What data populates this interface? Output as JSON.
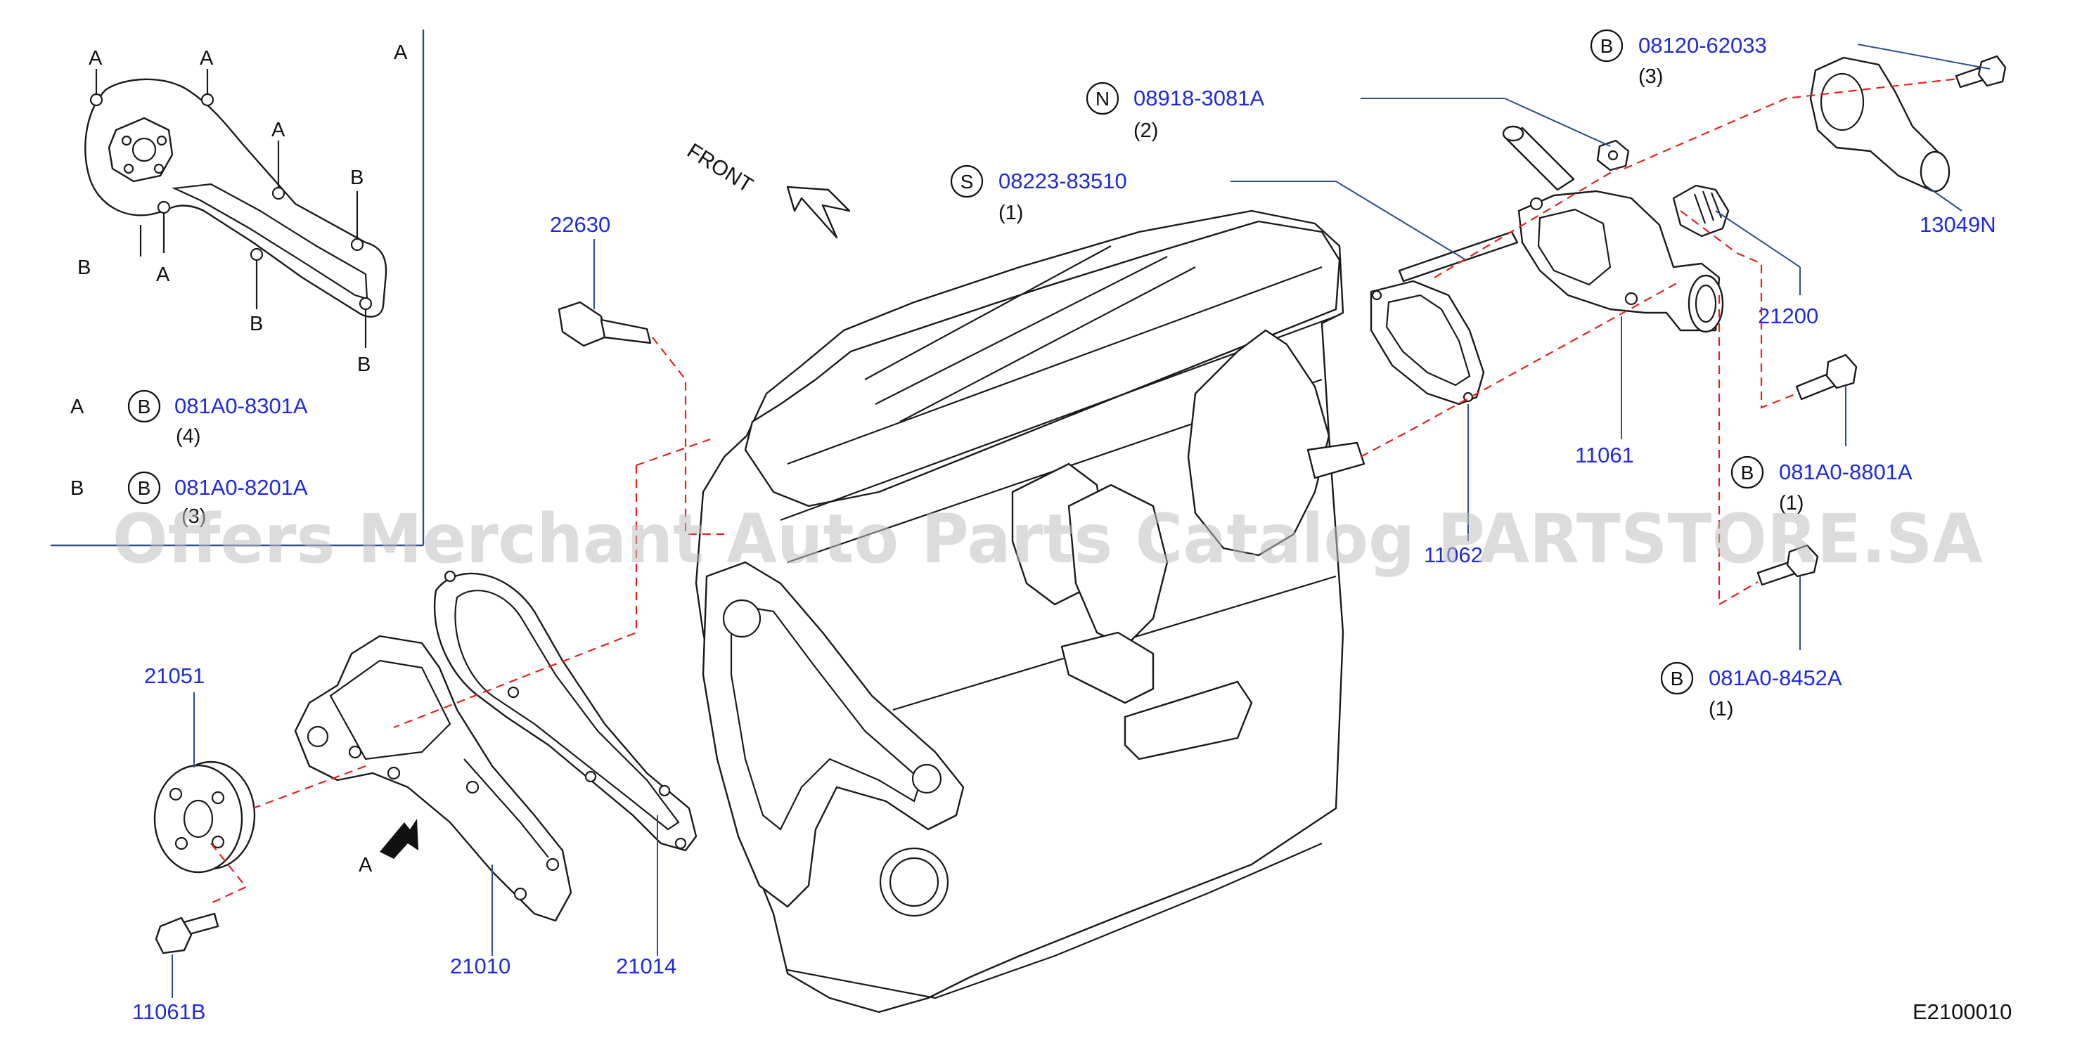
{
  "diagram": {
    "code": "E2100010",
    "watermark": "Offers Merchant Auto Parts Catalog PARTSTORE.SA",
    "front_label": "FRONT",
    "view_arrow_label": "A",
    "inset": {
      "title": "A",
      "hole_letters": [
        "A",
        "A",
        "A",
        "A",
        "B",
        "B",
        "B",
        "B"
      ],
      "legend": [
        {
          "letter": "A",
          "symbol": "B",
          "part": "081A0-8301A",
          "qty": "(4)"
        },
        {
          "letter": "B",
          "symbol": "B",
          "part": "081A0-8201A",
          "qty": "(3)"
        }
      ]
    },
    "callouts": [
      {
        "symbol": "B",
        "part": "08120-62033",
        "qty": "(3)"
      },
      {
        "symbol": "N",
        "part": "08918-3081A",
        "qty": "(2)"
      },
      {
        "symbol": "S",
        "part": "08223-83510",
        "qty": "(1)"
      },
      {
        "symbol": "B",
        "part": "081A0-8801A",
        "qty": "(1)"
      },
      {
        "symbol": "B",
        "part": "081A0-8452A",
        "qty": "(1)"
      }
    ],
    "parts": [
      "22630",
      "13049N",
      "21200",
      "11061",
      "11062",
      "21051",
      "21010",
      "21014",
      "11061B"
    ]
  }
}
